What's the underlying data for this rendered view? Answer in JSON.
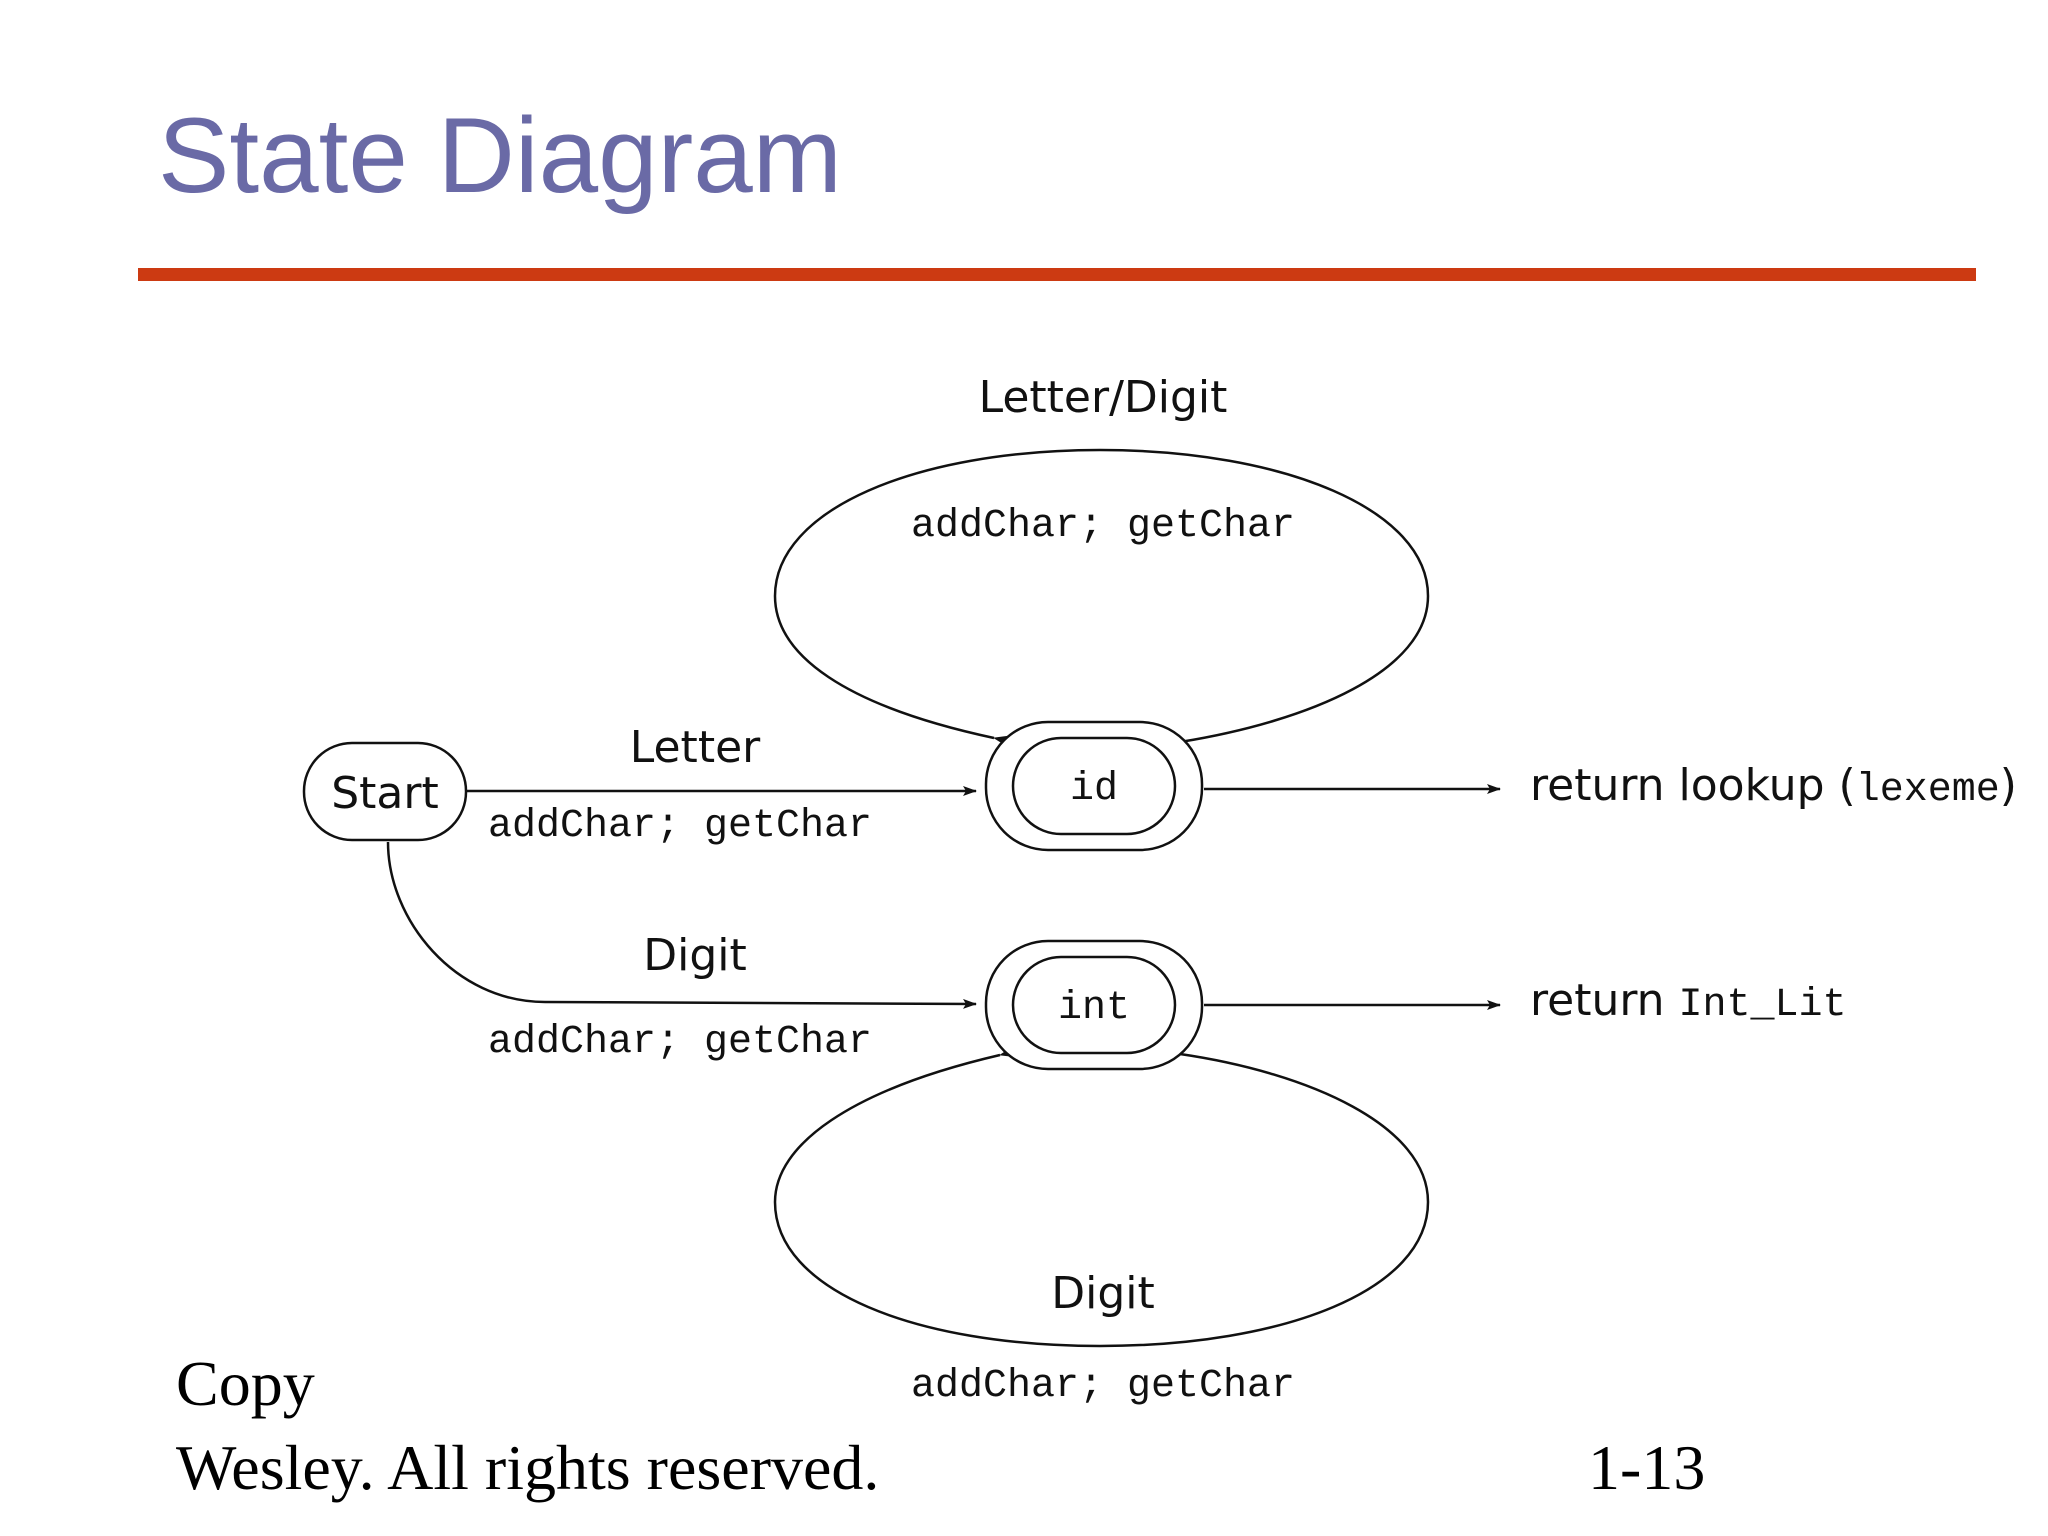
{
  "slide": {
    "title": "State Diagram",
    "title_color": "#6a6aa6",
    "rule_color": "#cc3a12"
  },
  "diagram": {
    "states": {
      "start": "Start",
      "id": "id",
      "int": "int"
    },
    "transitions": {
      "id_loop": {
        "input": "Letter/Digit",
        "action": "addChar; getChar"
      },
      "start_to_id": {
        "input": "Letter",
        "action": "addChar; getChar"
      },
      "start_to_int": {
        "input": "Digit",
        "action": "addChar; getChar"
      },
      "int_loop": {
        "input": "Digit",
        "action": "addChar; getChar"
      }
    },
    "outputs": {
      "id_return": {
        "word": "return lookup (",
        "code": "lexeme",
        "close": ")"
      },
      "int_return": {
        "word": "return ",
        "code": "Int_Lit"
      }
    }
  },
  "footer": {
    "copyright_line1": "Copy",
    "copyright_line2": "Wesley. All rights reserved.",
    "page_number": "1-13"
  }
}
